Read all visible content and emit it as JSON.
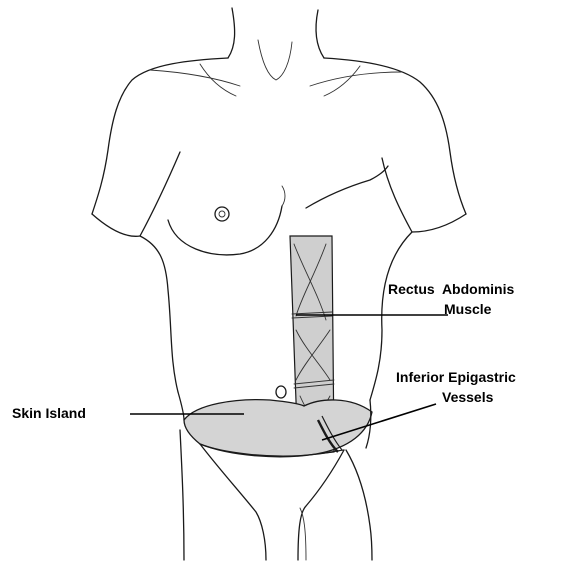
{
  "labels": {
    "rectus_line1": "Rectus  Abdominis",
    "rectus_line2": "Muscle",
    "epigastric_line1": "Inferior Epigastric",
    "epigastric_line2": "Vessels",
    "skin_island": "Skin Island"
  },
  "colors": {
    "line": "#1a1a1a",
    "skin_fill": "#d4d4d4",
    "muscle_fill": "#cfcfcf",
    "background": "#ffffff"
  }
}
